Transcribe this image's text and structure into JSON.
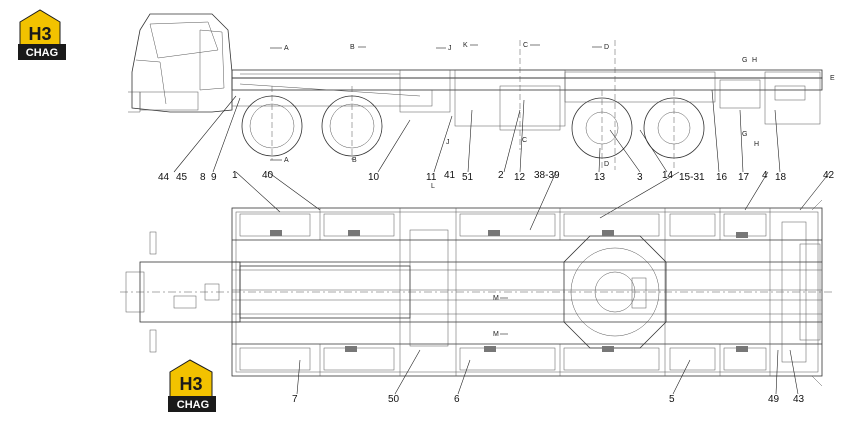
{
  "logo": {
    "mark": "H3",
    "text": "CHAG",
    "color": "#f2c200",
    "dark": "#1a1a1a"
  },
  "side_view": {
    "callouts": [
      "44",
      "45",
      "8",
      "9",
      "1",
      "40",
      "10",
      "11",
      "41",
      "51",
      "2",
      "12",
      "38-39",
      "13",
      "3",
      "14",
      "15-31",
      "16",
      "17",
      "18",
      "4",
      "42"
    ],
    "sections": [
      "A",
      "B",
      "J",
      "K",
      "C",
      "D",
      "G",
      "H",
      "E",
      "A",
      "B",
      "J",
      "C",
      "D",
      "G",
      "H",
      "L"
    ]
  },
  "top_view": {
    "callouts": [
      "7",
      "50",
      "6",
      "5",
      "49",
      "43"
    ],
    "sections": [
      "M",
      "M"
    ]
  }
}
